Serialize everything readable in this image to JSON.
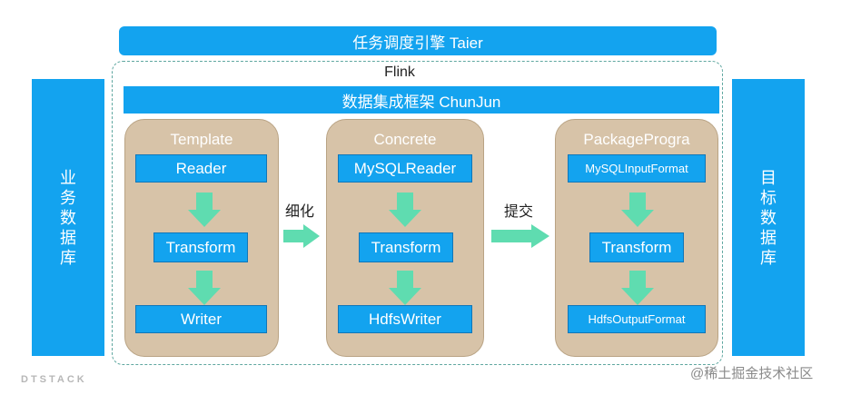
{
  "engine": {
    "label": "任务调度引擎 Taier"
  },
  "flink": {
    "label": "Flink"
  },
  "framework": {
    "label": "数据集成框架 ChunJun"
  },
  "source": {
    "chars": [
      "业",
      "务",
      "数",
      "据",
      "库"
    ]
  },
  "target": {
    "chars": [
      "目",
      "标",
      "数",
      "据",
      "库"
    ]
  },
  "stages": [
    {
      "title": "Template",
      "reader": "Reader",
      "transform": "Transform",
      "writer": "Writer"
    },
    {
      "title": "Concrete",
      "reader": "MySQLReader",
      "transform": "Transform",
      "writer": "HdfsWriter"
    },
    {
      "title": "PackageProgra",
      "reader": "MySQLInputFormat",
      "transform": "Transform",
      "writer": "HdfsOutputFormat"
    }
  ],
  "edges": {
    "refine": "细化",
    "submit": "提交"
  },
  "watermarks": {
    "left": "DTSTACK",
    "right": "@稀土掘金技术社区"
  },
  "colors": {
    "blue": "#13a3ef",
    "panel": "#d7c3a8",
    "arrow": "#5fdcb0",
    "dashed": "#5fa7a0"
  }
}
